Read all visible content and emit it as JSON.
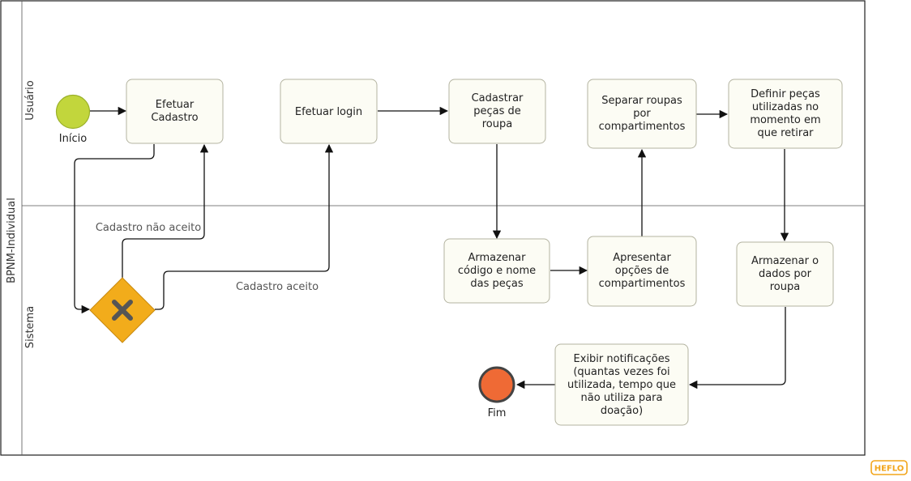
{
  "pool": {
    "name": "BPNM-Individual"
  },
  "lanes": {
    "usuario": "Usuário",
    "sistema": "Sistema"
  },
  "events": {
    "start": "Início",
    "end": "Fim"
  },
  "tasks": {
    "efetuar_cadastro": [
      "Efetuar",
      "Cadastro"
    ],
    "efetuar_login": [
      "Efetuar login"
    ],
    "cadastrar_pecas": [
      "Cadastrar",
      "peças de",
      "roupa"
    ],
    "separar_roupas": [
      "Separar roupas",
      "por",
      "compartimentos"
    ],
    "definir_pecas": [
      "Definir peças",
      "utilizadas no",
      "momento em",
      "que retirar"
    ],
    "armazenar_codigo": [
      "Armazenar",
      "código e nome",
      "das peças"
    ],
    "apresentar_opcoes": [
      "Apresentar",
      "opções de",
      "compartimentos"
    ],
    "armazenar_dados": [
      "Armazenar o",
      "dados por",
      "roupa"
    ],
    "exibir_notificacoes": [
      "Exibir notificações",
      "(quantas vezes foi",
      "utilizada, tempo que",
      "não utiliza para",
      "doação)"
    ]
  },
  "flow_labels": {
    "nao_aceito": "Cadastro não aceito",
    "aceito": "Cadastro aceito"
  },
  "logo": "HEFLO",
  "colors": {
    "start_event": "#c2d63c",
    "end_event": "#ef6a35",
    "gateway": "#f2ac1b",
    "gateway_mark": "#555555",
    "task_fill": "#fcfcf4"
  }
}
